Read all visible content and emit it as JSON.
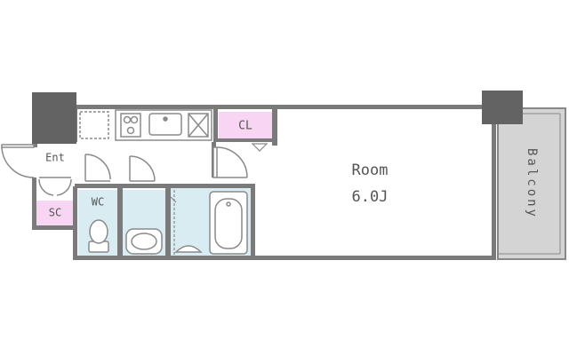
{
  "rooms": {
    "room": {
      "name": "Room",
      "size": "6.0J"
    },
    "balcony": "Balcony",
    "closet": "CL",
    "entrance": "Ent",
    "shoe_closet": "SC",
    "toilet": "WC"
  },
  "colors": {
    "wall": "#7a7a7a",
    "pillar": "#636363",
    "floor": "#ffffff",
    "wet_area": "#d8ecf2",
    "storage": "#f8d6f3",
    "balcony": "#d4d4d4",
    "fixture_line": "#8a8a8a"
  },
  "icons": [
    "door-swing-icon",
    "stove-icon",
    "sink-icon",
    "refrigerator-space-icon",
    "toilet-icon",
    "washbasin-icon",
    "bathtub-icon",
    "washing-machine-pan-icon"
  ]
}
